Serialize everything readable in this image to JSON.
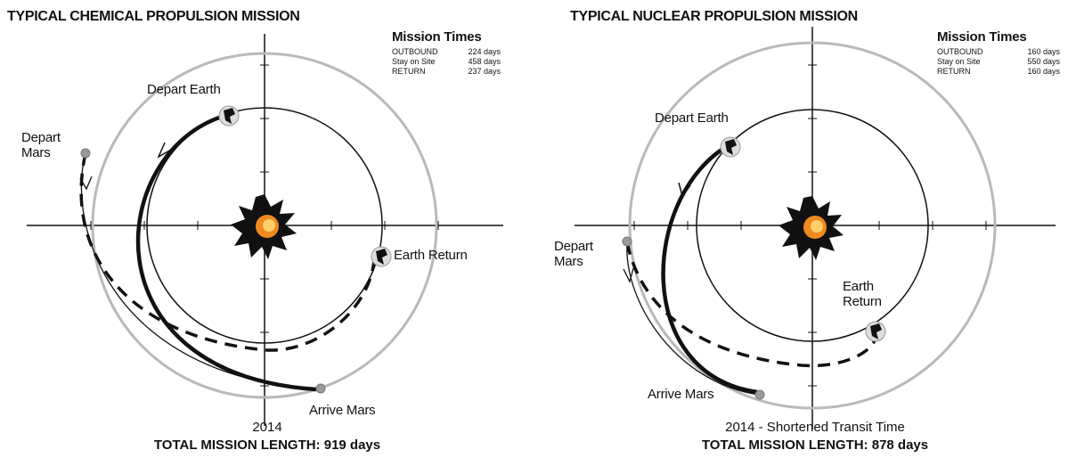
{
  "left": {
    "title": "TYPICAL CHEMICAL PROPULSION MISSION",
    "mission_times": {
      "title": "Mission Times",
      "rows": [
        {
          "label": "OUTBOUND",
          "value": "224 days"
        },
        {
          "label": "Stay on Site",
          "value": "458 days"
        },
        {
          "label": "RETURN",
          "value": "237 days"
        }
      ]
    },
    "labels": {
      "depart_earth": "Depart Earth",
      "depart_mars": "Depart\nMars",
      "earth_return": "Earth Return",
      "arrive_mars": "Arrive Mars"
    },
    "caption": {
      "year": "2014",
      "total": "TOTAL MISSION LENGTH: 919 days"
    }
  },
  "right": {
    "title": "TYPICAL NUCLEAR PROPULSION MISSION",
    "mission_times": {
      "title": "Mission Times",
      "rows": [
        {
          "label": "OUTBOUND",
          "value": "160 days"
        },
        {
          "label": "Stay on Site",
          "value": "550 days"
        },
        {
          "label": "RETURN",
          "value": "160 days"
        }
      ]
    },
    "labels": {
      "depart_earth": "Depart Earth",
      "depart_mars": "Depart\nMars",
      "earth_return": "Earth\nReturn",
      "arrive_mars": "Arrive Mars"
    },
    "caption": {
      "year": "2014 - Shortened Transit Time",
      "total": "TOTAL MISSION LENGTH: 878 days"
    }
  },
  "colors": {
    "earth_orbit": "#111111",
    "mars_orbit": "#b9b9b9",
    "axes": "#111111",
    "sun_core": "#f08a1e",
    "sun_dark": "#111111"
  },
  "icons": [
    "sun-icon",
    "earth-icon",
    "mars-icon"
  ]
}
